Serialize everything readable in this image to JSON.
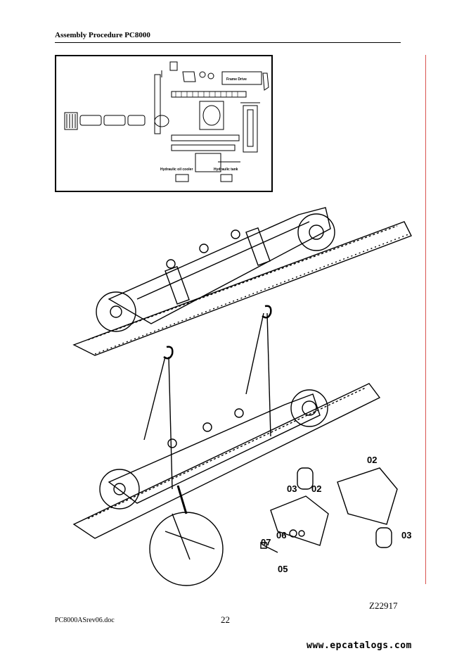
{
  "header": {
    "title": "Assembly Procedure PC8000"
  },
  "inset": {
    "labels": {
      "final_drive": "Frame Drive",
      "oil_cooler": "Hydraulic oil cooler",
      "hydraulic_tank": "Hydraulic tank"
    }
  },
  "callouts": {
    "c1": "02",
    "c2": "03",
    "c3": "02",
    "c4": "03",
    "c5": "06",
    "c6": "07",
    "c7": "05"
  },
  "figure_ref": "Z22917",
  "footer": {
    "doc_name": "PC8000ASrev06.doc",
    "page_number": "22"
  },
  "watermark": "www.epcatalogs.com"
}
